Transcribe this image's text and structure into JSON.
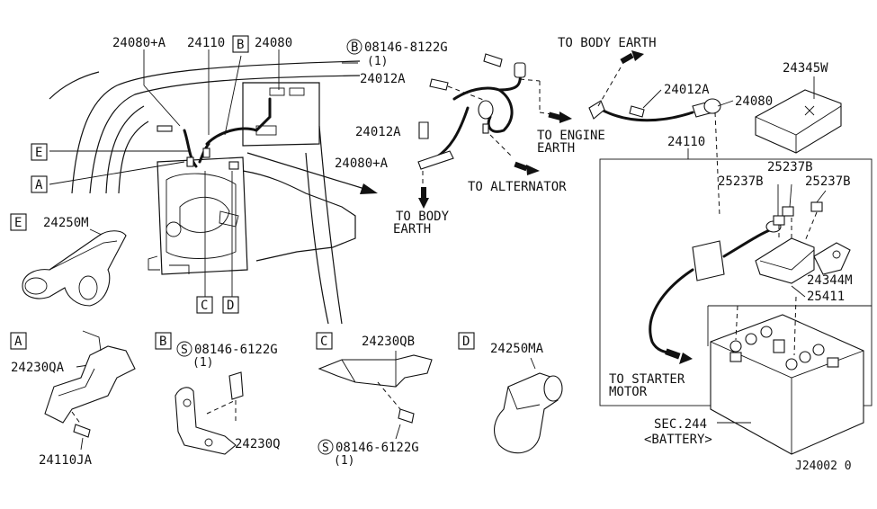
{
  "labels": {
    "p24080a_top": "24080+A",
    "p24110_top": "24110",
    "box_b_top": "B",
    "p24080_top": "24080",
    "bolt_08146_8122g": "08146-8122G",
    "bolt_08146_8122g_qty": "(1)",
    "circle_b": "B",
    "p24012a_1": "24012A",
    "p24012a_2": "24012A",
    "p24080a_mid": "24080+A",
    "to_body_earth_1a": "TO BODY",
    "to_body_earth_1b": "EARTH",
    "to_alternator": "TO ALTERNATOR",
    "to_engine_earth_a": "TO ENGINE",
    "to_engine_earth_b": "EARTH",
    "to_body_earth_2": "TO BODY EARTH",
    "p24012a_3": "24012A",
    "p24080_right": "24080",
    "p24345w": "24345W",
    "p24110_right": "24110",
    "p25237b_1": "25237B",
    "p25237b_2": "25237B",
    "p25237b_3": "25237B",
    "p24344m": "24344M",
    "p25411": "25411",
    "to_starter_a": "TO STARTER",
    "to_starter_b": "MOTOR",
    "sec244": "SEC.244",
    "battery": "<BATTERY>",
    "box_e": "E",
    "box_a": "A",
    "box_c": "C",
    "box_d": "D",
    "e_section": "E",
    "p24250m": "24250M",
    "a_section": "A",
    "p24230qa": "24230QA",
    "p24110ja": "24110JA",
    "b_section": "B",
    "circle_s1": "S",
    "bolt_08146_6122g_1": "08146-6122G",
    "bolt_qty_1": "(1)",
    "p24230q": "24230Q",
    "c_section": "C",
    "p24230qb": "24230QB",
    "circle_s2": "S",
    "bolt_08146_6122g_2": "08146-6122G",
    "bolt_qty_2": "(1)",
    "d_section": "D",
    "p24250ma": "24250MA",
    "diagram_code": "J24002 0"
  }
}
